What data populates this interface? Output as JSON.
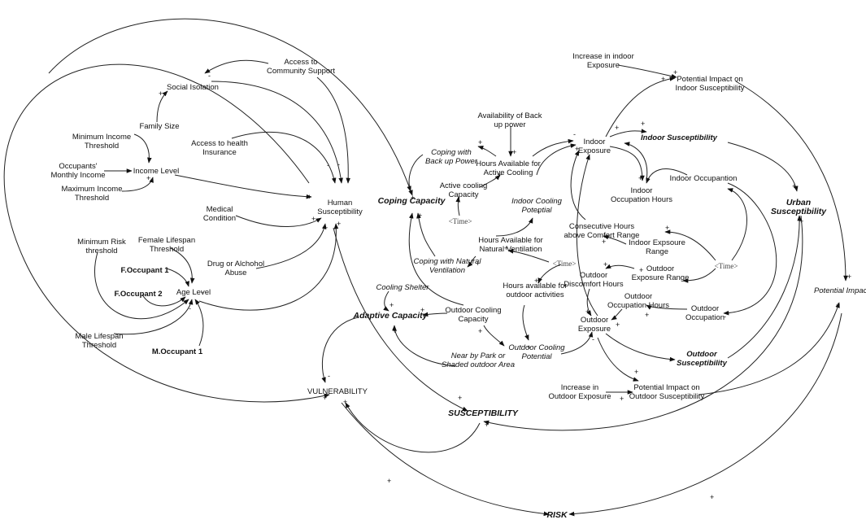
{
  "nodes": {
    "increase_indoor_1": "Increase in indoor",
    "increase_indoor_2": "Exposure",
    "pot_indoor_1": "Potential Impact on",
    "pot_indoor_2": "Indoor Susceptibility",
    "access_comm_1": "Access to",
    "access_comm_2": "Community Support",
    "social_isolation": "Social Isolation",
    "backup_1": "Availability of Back",
    "backup_2": "up power",
    "indoor_exposure_1": "Indoor",
    "indoor_exposure_2": "Exposure",
    "indoor_susceptibility": "Indoor Susceptibility",
    "family_size": "Family Size",
    "min_income_1": "Minimum Income",
    "min_income_2": "Threshold",
    "access_health_1": "Access to health",
    "access_health_2": "Insurance",
    "coping_backup_1": "Coping with",
    "coping_backup_2": "Back up Power",
    "hours_active_1": "Hours Available for",
    "hours_active_2": "Active Cooling",
    "occ_income_1": "Occupants'",
    "occ_income_2": "Monthly Income",
    "income_level": "Income Level",
    "indoor_occ_hours_1": "Indoor",
    "indoor_occ_hours_2": "Occupation Hours",
    "indoor_occupation": "Indoor Occupantion",
    "max_income_1": "Maximum Income",
    "max_income_2": "Threshold",
    "active_capacity_1": "Active cooling",
    "active_capacity_2": "Capacity",
    "indoor_cooling_1": "Indoor Cooling",
    "indoor_cooling_2": "Potential",
    "coping_capacity": "Coping Capacity",
    "human_susc_1": "Human",
    "human_susc_2": "Susceptibility",
    "urban_susc_1": "Urban",
    "urban_susc_2": "Susceptibility",
    "medical_1": "Medical",
    "medical_2": "Condition",
    "time_1": "<Time>",
    "consec_1": "Consecutive Hours",
    "consec_2": "above Comfort Range",
    "min_risk_1": "Minimum Risk",
    "min_risk_2": "threshold",
    "female_life_1": "Female Lifespan",
    "female_life_2": "Threshold",
    "hours_natural_1": "Hours Available for",
    "hours_natural_2": "Natural Ventilation",
    "indoor_range_1": "Indoor Expsoure",
    "indoor_range_2": "Range",
    "drug_1": "Drug or Alchohol",
    "drug_2": "Abuse",
    "f_occ_1": "F.Occupant 1",
    "coping_natural_1": "Coping with Natural",
    "coping_natural_2": "Ventilation",
    "time_2": "<Time>",
    "time_3": "<Time>",
    "outdoor_range_1": "Outdoor",
    "outdoor_range_2": "Exposure Range",
    "outdoor_discomfort_1": "Outdoor",
    "outdoor_discomfort_2": "Discomfort Hours",
    "f_occ_2": "F.Occupant 2",
    "age_level": "Age Level",
    "cooling_shelter": "Cooling Shelter",
    "hours_outdoor_1": "Hours available for",
    "hours_outdoor_2": "outdoor activities",
    "potential_impact": "Potential Impact",
    "outdoor_occ_hours_1": "Outdoor",
    "outdoor_occ_hours_2": "Occupation Hours",
    "adaptive_capacity": "Adaptive Capacity",
    "outdoor_capacity_1": "Outdoor Cooling",
    "outdoor_capacity_2": "Capacity",
    "outdoor_exposure_1": "Outdoor",
    "outdoor_exposure_2": "Exposure",
    "outdoor_occupation_1": "Outdoor",
    "outdoor_occupation_2": "Occupation",
    "male_life_1": "Male Lifespan",
    "male_life_2": "Threshold",
    "outdoor_cooling_1": "Outdoor Cooling",
    "outdoor_cooling_2": "Potential",
    "m_occ_1": "M.Occupant 1",
    "park_1": "Near by Park or",
    "park_2": "Shaded outdoor Area",
    "outdoor_susc_1": "Outdoor",
    "outdoor_susc_2": "Susceptibility",
    "increase_outdoor_1": "Increase in",
    "increase_outdoor_2": "Outdoor Exposure",
    "pot_outdoor_1": "Potential Impact on",
    "pot_outdoor_2": "Outdoor Susceptibility",
    "vulnerability": "VULNERABILITY",
    "susceptibility": "SUSCEPTIBILITY",
    "risk": "RISK"
  },
  "polarity": {
    "plus": "+",
    "minus": "-"
  }
}
